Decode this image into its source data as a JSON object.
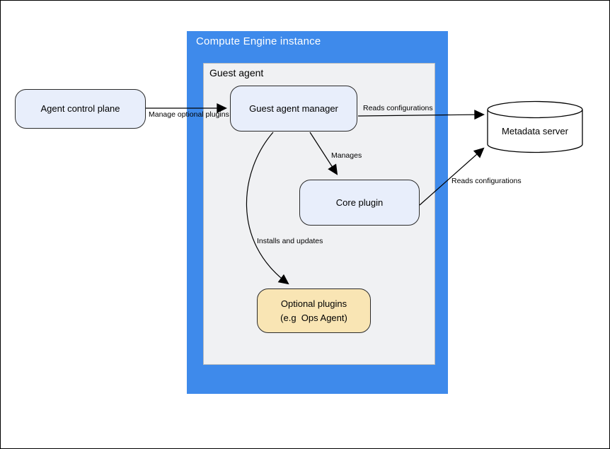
{
  "diagram": {
    "containers": {
      "compute_engine": {
        "title": "Compute Engine instance"
      },
      "guest_agent": {
        "title": "Guest agent"
      }
    },
    "nodes": {
      "agent_control_plane": {
        "label": "Agent control plane",
        "shape": "rounded-rect",
        "fill": "#E8EEFB"
      },
      "guest_agent_manager": {
        "label": "Guest agent manager",
        "shape": "rounded-rect",
        "fill": "#E8EEFB"
      },
      "core_plugin": {
        "label": "Core plugin",
        "shape": "rounded-rect",
        "fill": "#E8EEFB"
      },
      "optional_plugins": {
        "label": "Optional plugins",
        "sublabel": "(e.g  Ops Agent)",
        "shape": "rounded-rect",
        "fill": "#F9E5B4"
      },
      "metadata_server": {
        "label": "Metadata server",
        "shape": "cylinder",
        "fill": "#FFFFFF"
      }
    },
    "edges": {
      "manage_optional_plugins": {
        "label": "Manage optional plugins",
        "from": "agent_control_plane",
        "to": "guest_agent_manager"
      },
      "reads_configurations_manager": {
        "label": "Reads configurations",
        "from": "guest_agent_manager",
        "to": "metadata_server"
      },
      "manages": {
        "label": "Manages",
        "from": "guest_agent_manager",
        "to": "core_plugin"
      },
      "installs_and_updates": {
        "label": "Installs and updates",
        "from": "guest_agent_manager",
        "to": "optional_plugins"
      },
      "reads_configurations_core": {
        "label": "Reads configurations",
        "from": "core_plugin",
        "to": "metadata_server"
      }
    },
    "colors": {
      "container_blue": "#3E8AEB",
      "panel_gray": "#F0F1F3",
      "node_blue": "#E8EEFB",
      "node_yellow": "#F9E5B4",
      "container_title_text": "#FFFFFF",
      "edge_stroke": "#000000"
    }
  }
}
